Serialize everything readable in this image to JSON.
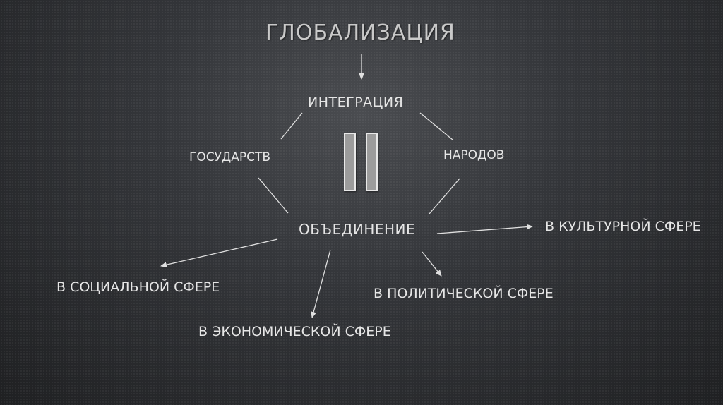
{
  "diagram": {
    "title": "Глобализация",
    "center": "Интеграция",
    "left_node": "государств",
    "right_node": "народов",
    "union": "объединение",
    "equals_symbol": "=",
    "spheres": {
      "culture": "в культурной сфере",
      "social": "в социальной сфере",
      "politics": "в политической сфере",
      "economy": "в экономической сфере"
    }
  },
  "colors": {
    "background": "#2b2d30",
    "text": "#e6e6e6",
    "title": "#c9c9c9",
    "lines": "#e0e0e0",
    "equals_fill": "#9c9c9c"
  }
}
